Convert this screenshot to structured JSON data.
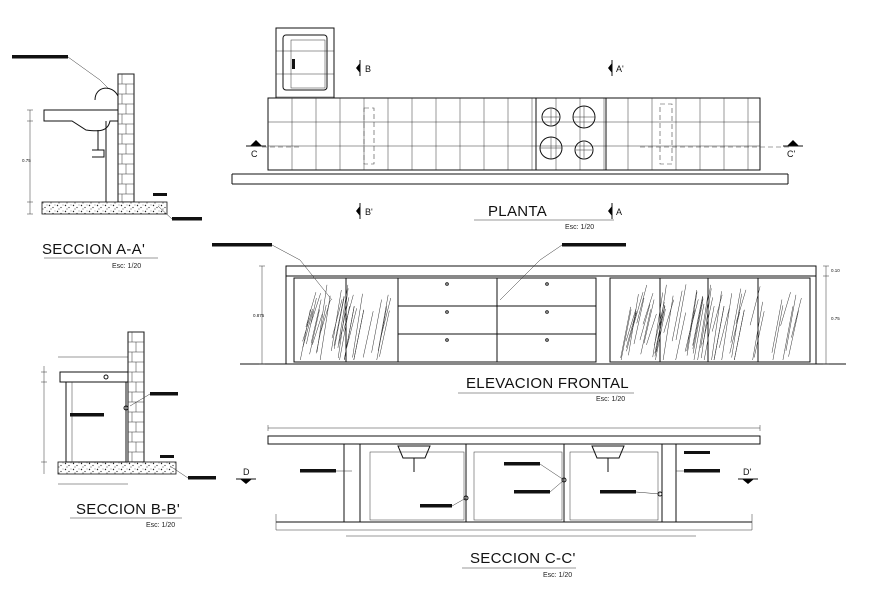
{
  "views": {
    "section_aa": {
      "title": "SECCION A-A'",
      "scale": "Esc: 1/20"
    },
    "section_bb": {
      "title": "SECCION B-B'",
      "scale": "Esc: 1/20"
    },
    "plan": {
      "title": "PLANTA",
      "scale": "Esc: 1/20"
    },
    "front_elevation": {
      "title": "ELEVACION FRONTAL",
      "scale": "Esc: 1/20"
    },
    "section_cc": {
      "title": "SECCION C-C'",
      "scale": "Esc: 1/20"
    }
  },
  "section_markers": {
    "b": "B",
    "b_prime": "B'",
    "a": "A",
    "a_prime": "A'",
    "c": "C",
    "c_prime": "C'",
    "d": "D",
    "d_prime": "D'"
  },
  "dimensions": {
    "aa_total_height": "0.75",
    "elevation_top": "0.10",
    "elevation_height": "0.875",
    "elevation_body": "0.75"
  }
}
